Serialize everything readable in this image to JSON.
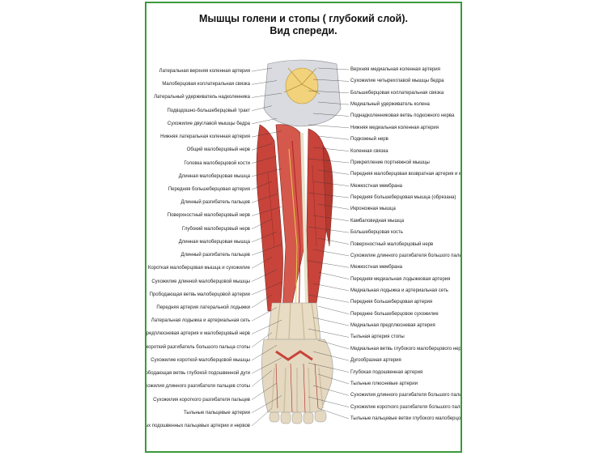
{
  "title": {
    "line1": "Мышцы голени и стопы ( глубокий слой).",
    "line2": "Вид спереди."
  },
  "labels_left": [
    "Латеральная верхняя коленная артерия",
    "Малоберцовая коллатеральная связка",
    "Латеральный удерживатель надколенника",
    "Подвздошно-большеберцовый тракт",
    "Сухожилие двуглавой мышцы бедра",
    "Нижняя латеральная коленная артерия",
    "Общий малоберцовый нерв",
    "Головка малоберцовой кости",
    "Длинная малоберцовая мышца",
    "Передняя большеберцовая артерия",
    "Длинный разгибатель пальцев",
    "Поверхностный малоберцовый нерв",
    "Глубокий малоберцовый нерв",
    "Длинная малоберцовая мышца",
    "Длинный разгибатель пальцев",
    "Короткая малоберцовая мышца и сухожилие",
    "Сухожилие длинной малоберцовой мышцы",
    "Прободающая ветвь малоберцовой артерии",
    "Передняя артерия латеральной лодыжки",
    "Латеральная лодыжка и артериальная сеть",
    "Латеральная предплюсневая артерия и малоберцовый нерв",
    "Короткий разгибатель пальцев и короткий разгибатель большого пальца стопы",
    "Сухожилие короткой малоберцовой мышцы",
    "Задняя прободающая ветвь глубокой подошвенной дуги",
    "Сухожилия длинного разгибателя пальцев стопы",
    "Сухожилия короткого разгибателя пальцев",
    "Тыльные пальцевые артерии",
    "Ветви собственных подошвенных пальцевых артерии и нервов"
  ],
  "labels_right": [
    "Верхняя медиальная коленная артерия",
    "Сухожилие четырехглавой мышцы бедра",
    "Большеберцовая коллатеральная связка",
    "Медиальный удерживатель колена",
    "Поднадколенниковая ветвь подкожного нерва",
    "Нижняя медиальная коленная артерия",
    "Подкожный нерв",
    "Коленная связка",
    "Прикрепление портняжной мышцы",
    "Передняя малоберцовая возвратная артерия и малоберцовый нерв",
    "Межкостная мембрана",
    "Передняя большеберцовая мышца (обрезана)",
    "Икроножная мышца",
    "Камбаловидная мышца",
    "Большеберцовая кость",
    "Поверхностный малоберцовый нерв",
    "Сухожилие длинного разгибателя большого пальца и сухожилие",
    "Межкостная мембрана",
    "Передняя медиальная лодыжковая артерия",
    "Медиальная лодыжка и артериальная сеть",
    "Передняя большеберцовая артерия",
    "Переднее большеберцовое сухожилие",
    "Медиальная предплюсневая артерия",
    "Тыльная артерия стопы",
    "Медиальная ветвь глубокого малоберцового нерва",
    "Дугообразная артерия",
    "Глубокая подошвенная артерия",
    "Тыльные плюсневые артерии",
    "Сухожилия длинного разгибателя большого пальца (обрезано)",
    "Сухожилие короткого разгибателя большого пальца (обрезано)",
    "Тыльные пальцевые ветви глубокого малоберцового нерва"
  ],
  "colors": {
    "frame": "#3a9a3a",
    "muscle": "#c8433a",
    "tendon": "#e8dcc4",
    "bone": "#f2d27a",
    "nerve": "#e8c84a",
    "artery": "#b02020"
  }
}
